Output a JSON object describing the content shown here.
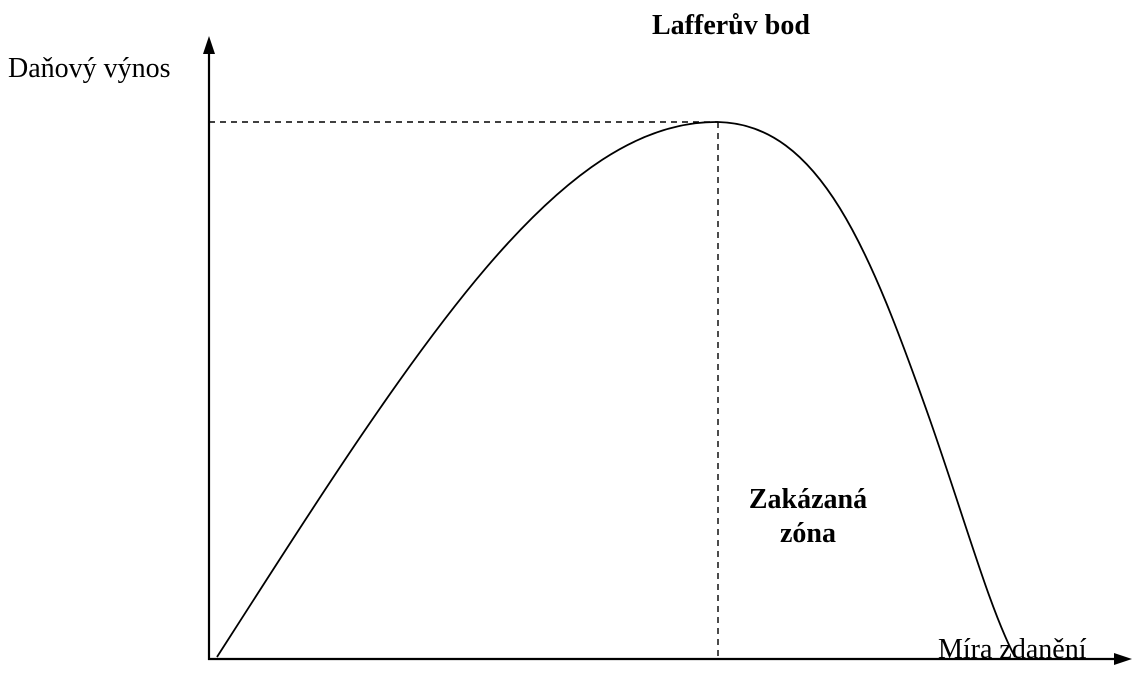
{
  "diagram": {
    "y_axis_label": "Daňový výnos",
    "x_axis_label": "Míra zdanění",
    "peak_label": "Lafferův bod",
    "zone_label_line1": "Zakázaná",
    "zone_label_line2": "zóna",
    "line_color": "#000000",
    "background_color": "#ffffff"
  }
}
